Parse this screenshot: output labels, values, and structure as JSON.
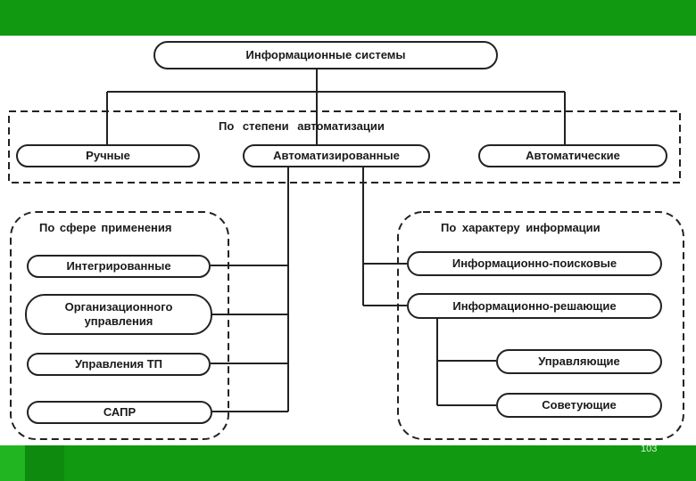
{
  "diagram": {
    "root": "Информационные системы",
    "automation_group": {
      "label": "По степени автоматизации",
      "nodes": [
        "Ручные",
        "Автоматизированные",
        "Автоматические"
      ]
    },
    "application_group": {
      "label": "По сфере применения",
      "nodes": [
        "Интегрированные",
        "Организационного управления",
        "Управления ТП",
        "САПР"
      ]
    },
    "information_group": {
      "label": "По характеру информации",
      "nodes": [
        "Информационно-поисковые",
        "Информационно-решающие"
      ],
      "subnodes": [
        "Управляющие",
        "Советующие"
      ]
    }
  },
  "slide_number": "103",
  "colors": {
    "band": "#119a11",
    "line": "#222222"
  }
}
